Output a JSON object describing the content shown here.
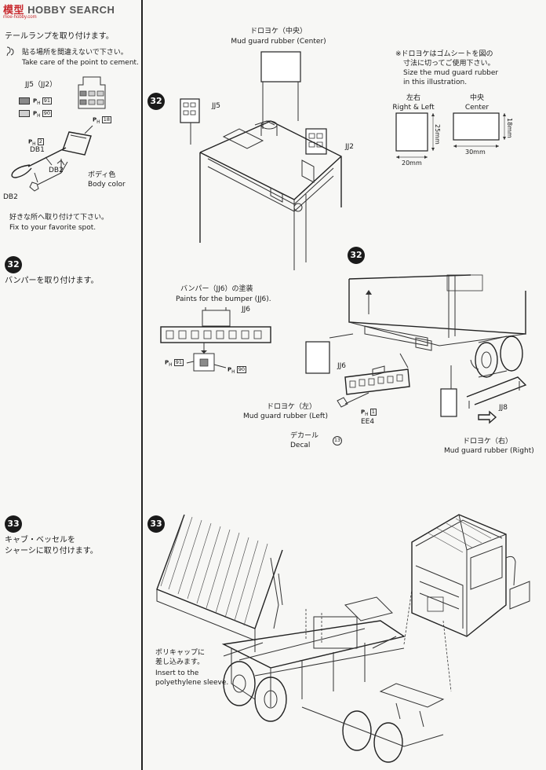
{
  "logo": {
    "brand_a": "模型",
    "brand_b": "HOBBY SEARCH",
    "sub": "moe-hobby.com"
  },
  "left": {
    "taillamp": {
      "title": "テールランプを取り付けます。",
      "caution_jp": "貼る場所を間違えないで下さい。",
      "caution_en": "Take care of the point to cement.",
      "part_label": "JJ5（JJ2）",
      "swatch_a": "91",
      "swatch_b": "90",
      "ph_prefix": "P",
      "ph_h": "H",
      "color_dark": "#8a8a8a",
      "color_light": "#cfcfcf",
      "shovel_ph": "18",
      "db1_ph": "2",
      "db1": "DB1",
      "db2_a": "DB2",
      "db2_b": "DB2",
      "body_color_jp": "ボディ色",
      "body_color_en": "Body color",
      "fix_jp": "好きな所へ取り付けて下さい。",
      "fix_en": "Fix to your favorite spot."
    },
    "step32": {
      "num": "32",
      "title": "バンパーを取り付けます。"
    },
    "bumper_paint": {
      "title_jp": "バンパー（JJ6）の塗装",
      "title_en": "Paints for the bumper (JJ6).",
      "part": "JJ6",
      "ph_a": "91",
      "ph_b": "90"
    },
    "step33": {
      "num": "33",
      "title_l1": "キャブ・ベッセルを",
      "title_l2": "シャーシに取り付けます。"
    }
  },
  "right": {
    "step32a": {
      "num": "32",
      "mud_center_jp": "ドロヨケ（中央）",
      "mud_center_en": "Mud guard rubber (Center)",
      "jj5": "JJ5",
      "jj2": "JJ2"
    },
    "size_note": {
      "l1": "※ドロヨケはゴムシートを図の",
      "l2": "寸法に切ってご使用下さい。",
      "l3": "Size the mud guard rubber",
      "l4": "in this illustration.",
      "rl_jp": "左右",
      "rl_en": "Right & Left",
      "c_jp": "中央",
      "c_en": "Center",
      "w_rl": "20mm",
      "h_rl": "25mm",
      "w_c": "30mm",
      "h_c": "18mm"
    },
    "step32b": {
      "num": "32",
      "jj6": "JJ6",
      "mud_left_jp": "ドロヨケ（左）",
      "mud_left_en": "Mud guard rubber (Left)",
      "ee4_ph": "1",
      "ee4": "EE4",
      "decal_jp": "デカール",
      "decal_en": "Decal",
      "decal_num": "13",
      "jj8": "JJ8",
      "mud_right_jp": "ドロヨケ（右）",
      "mud_right_en": "Mud guard rubber (Right)"
    },
    "step33": {
      "num": "33",
      "poly_jp1": "ポリキャップに",
      "poly_jp2": "差し込みます。",
      "poly_en1": "Insert to the",
      "poly_en2": "polyethylene sleeve."
    }
  }
}
